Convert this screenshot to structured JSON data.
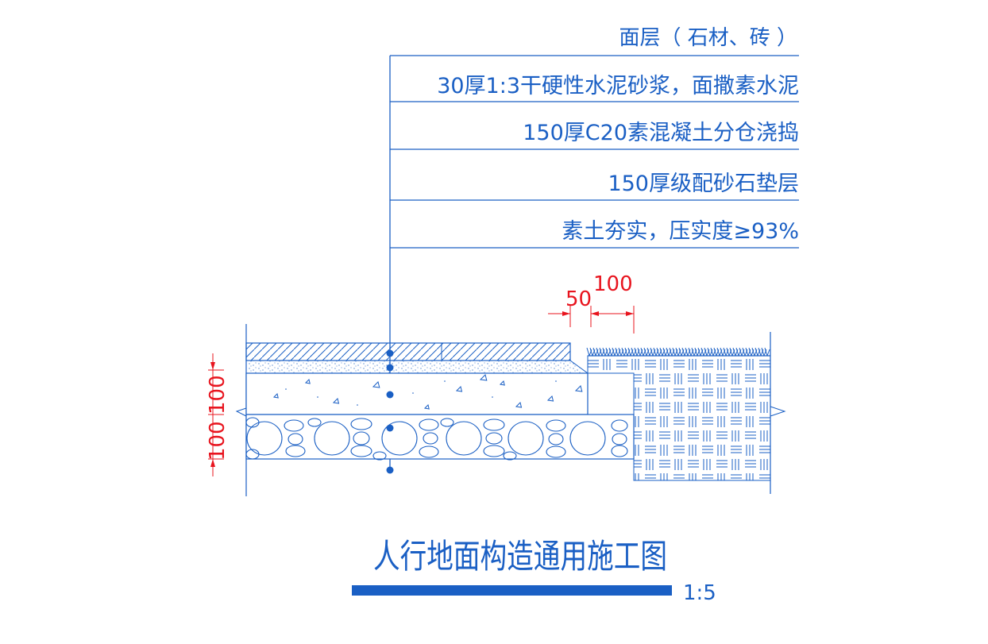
{
  "colors": {
    "line": "#1a5fc4",
    "dimension": "#e8141e",
    "background": "#ffffff"
  },
  "layer_labels": [
    "面层（ 石材、砖 ）",
    "30厚1:3干硬性水泥砂浆，面撒素水泥",
    "150厚C20素混凝土分仓浇捣",
    "150厚级配砂石垫层",
    "素土夯实，压实度≥93%"
  ],
  "dimensions": {
    "top_a": "50",
    "top_b": "100",
    "left_a": "100",
    "left_b": "100"
  },
  "title": "人行地面构造通用施工图",
  "scale": "1:5"
}
